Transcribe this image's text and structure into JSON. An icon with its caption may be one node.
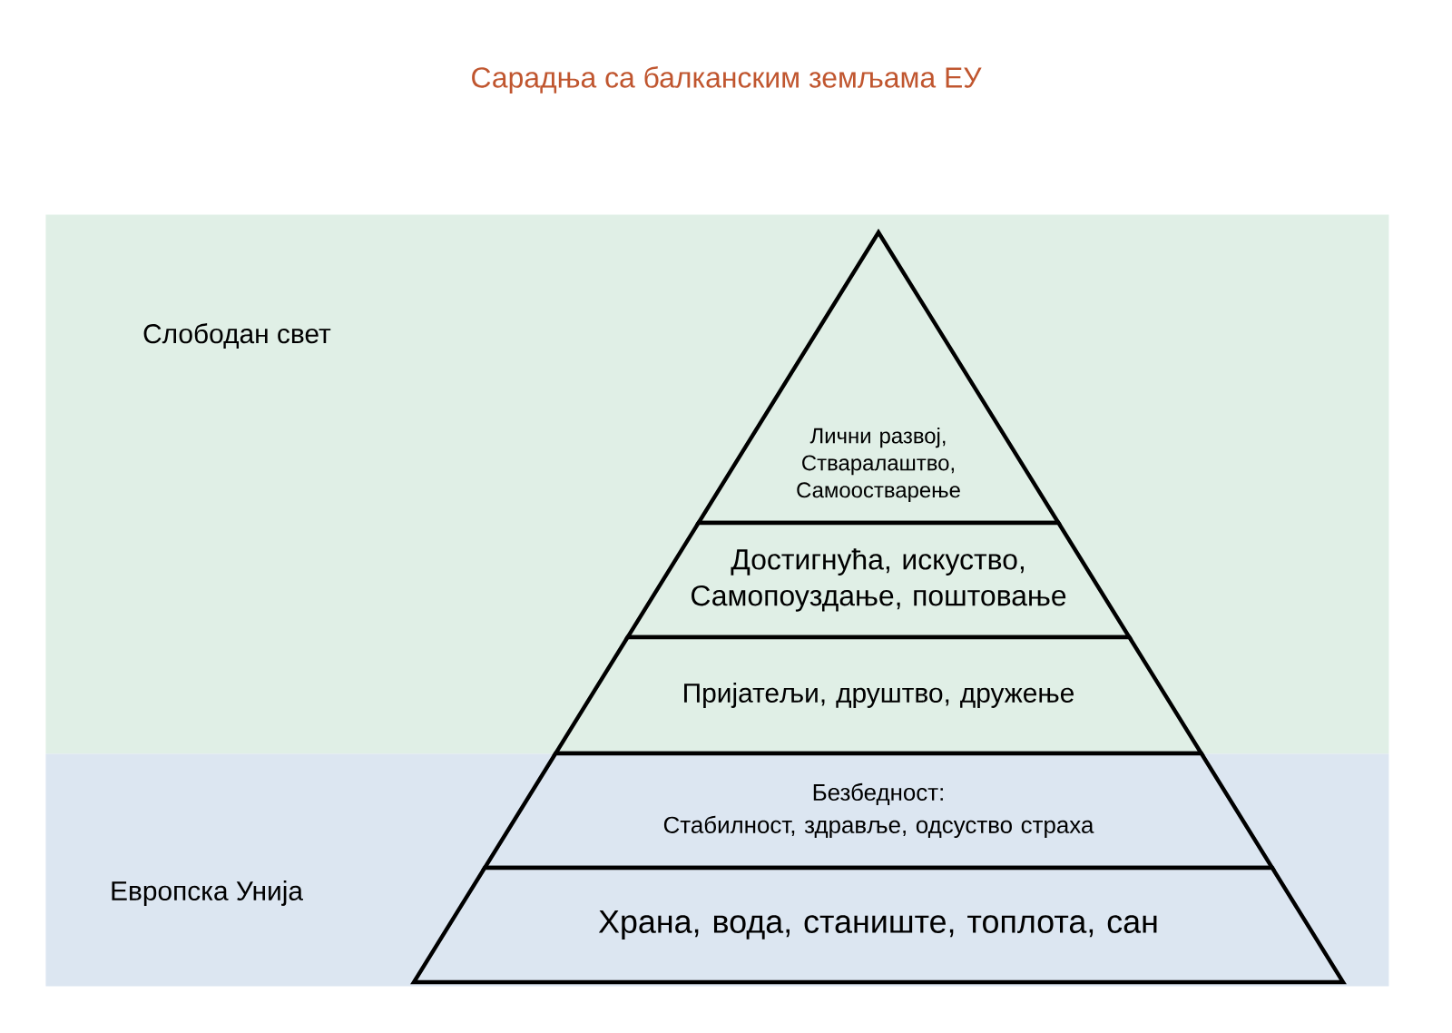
{
  "diagram": {
    "title": "Сарадња са балканским земљама ЕУ",
    "nodes": [
      {
        "text": [
          "Слободан свет"
        ]
      },
      {
        "text": [
          "Европска Унија"
        ]
      },
      {
        "text": [
          "Лични развој, Стваралаштво, Самоостварење"
        ],
        "in": 0
      },
      {
        "text": [
          "Достигнућа, искуство, Самопоуздање, поштовање"
        ],
        "in": 0
      },
      {
        "text": [
          "Пријатељи, друштво, дружење"
        ],
        "in": 0
      },
      {
        "text": [
          "Безбедност:",
          "Стабилност, здравље, одсуство страха"
        ],
        "in": 1
      },
      {
        "text": [
          "Храна, вода, станиште, топлота, сан"
        ],
        "in": 1
      }
    ],
    "edges": []
  }
}
